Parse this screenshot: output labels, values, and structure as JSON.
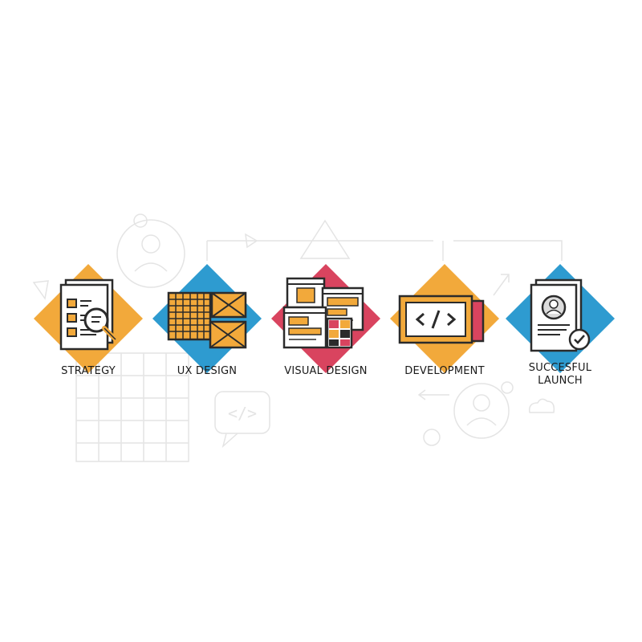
{
  "steps": [
    {
      "label": "STRATEGY",
      "accent": "#F2A93B",
      "icon": "document-magnifier-icon"
    },
    {
      "label": "UX DESIGN",
      "accent": "#2E9BD0",
      "icon": "wireframe-grid-icon"
    },
    {
      "label": "VISUAL DESIGN",
      "accent": "#D9445F",
      "icon": "layout-windows-icon"
    },
    {
      "label": "DEVELOPMENT",
      "accent": "#F2A93B",
      "icon": "code-window-icon"
    },
    {
      "label": "SUCCESFUL LAUNCH",
      "line1": "SUCCESFUL",
      "line2": "LAUNCH",
      "accent": "#2E9BD0",
      "icon": "profile-check-icon"
    }
  ],
  "colors": {
    "orange": "#F2A93B",
    "blue": "#2E9BD0",
    "red": "#D9445F",
    "ink": "#2b2b2b",
    "faint": "#e6e6e6"
  }
}
